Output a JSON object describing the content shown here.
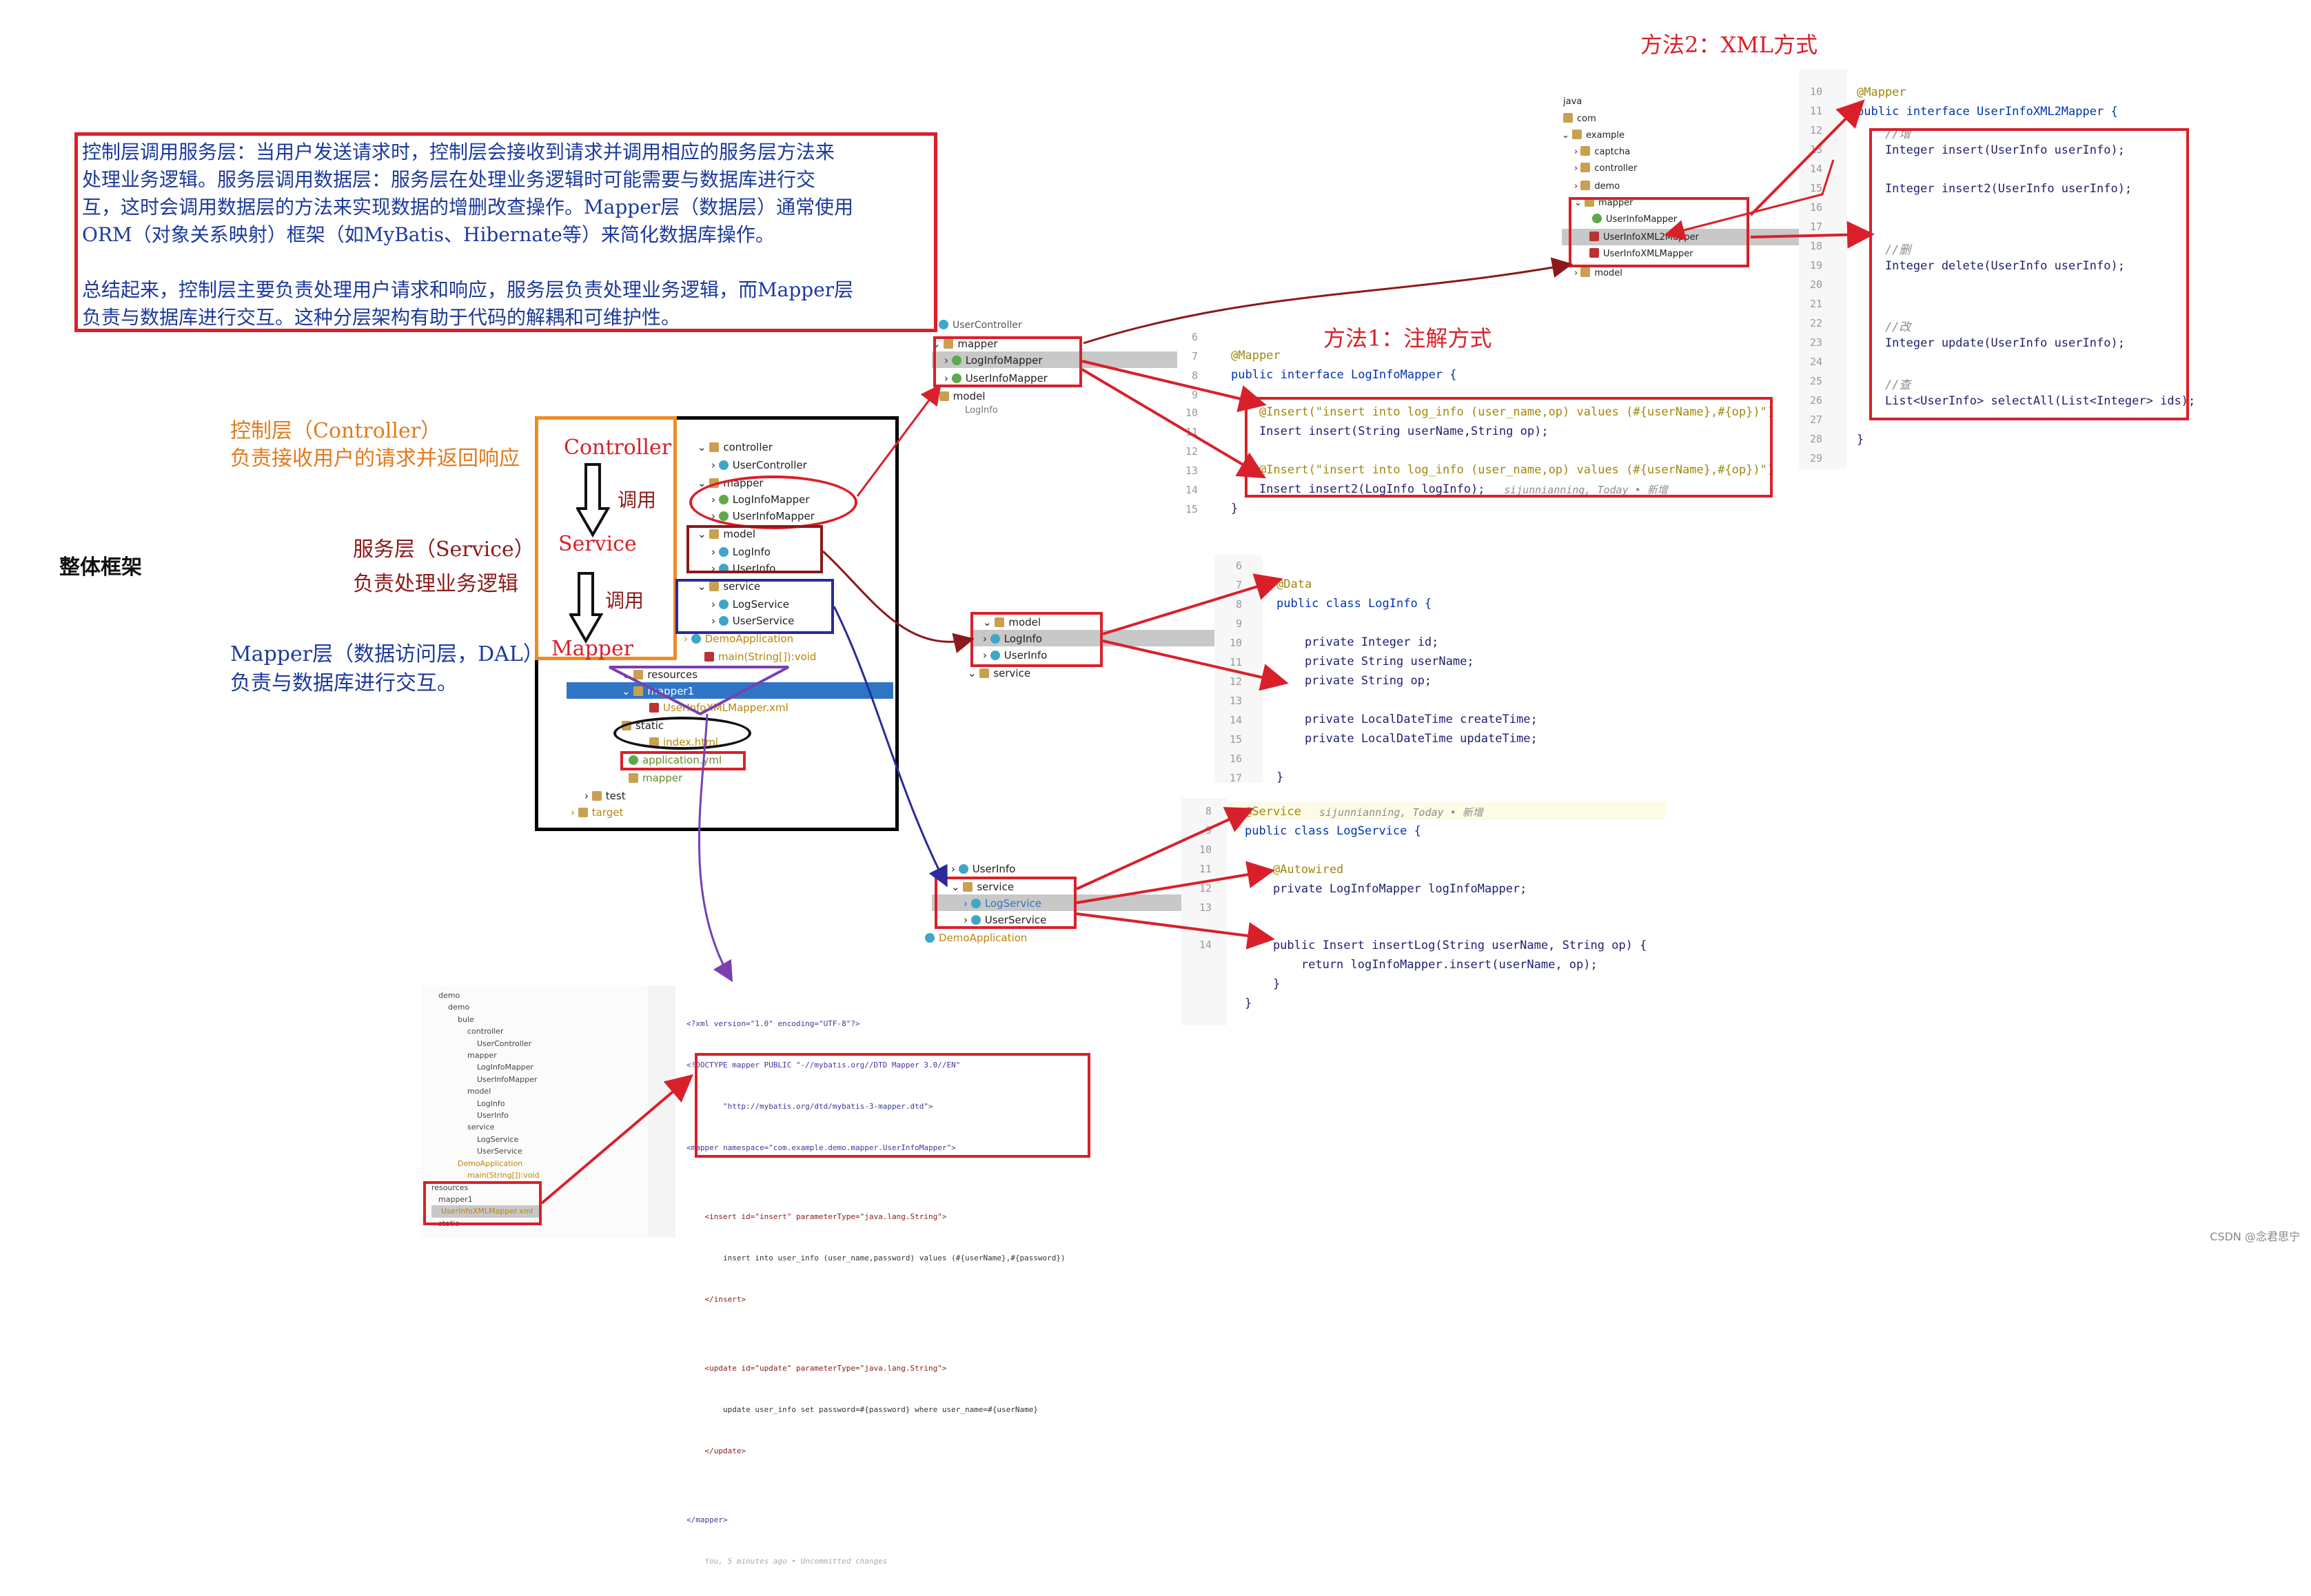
{
  "main_text_box": {
    "para1": [
      "控制层调用服务层：当用户发送请求时，控制层会接收到请求并调用相应的服务层方法来",
      "处理业务逻辑。服务层调用数据层：服务层在处理业务逻辑时可能需要与数据库进行交",
      "互，这时会调用数据层的方法来实现数据的增删改查操作。Mapper层（数据层）通常使用",
      "ORM（对象关系映射）框架（如MyBatis、Hibernate等）来简化数据库操作。"
    ],
    "para2": [
      "总结起来，控制层主要负责处理用户请求和响应，服务层负责处理业务逻辑，而Mapper层",
      "负责与数据库进行交互。这种分层架构有助于代码的解耦和可维护性。"
    ]
  },
  "labels": {
    "overall": "整体框架",
    "method1": "方法1：注解方式",
    "method2": "方法2：XML方式",
    "controller_title": "控制层（Controller）",
    "controller_desc": "负责接收用户的请求并返回响应",
    "service_title": "服务层（Service）",
    "service_desc": "负责处理业务逻辑",
    "mapper_title": "Mapper层（数据访问层，DAL）",
    "mapper_desc": "负责与数据库进行交互。",
    "flow_controller": "Controller",
    "flow_service": "Service",
    "flow_mapper": "Mapper",
    "call1": "调用",
    "call2": "调用",
    "watermark": "CSDN @念君思宁"
  },
  "center_tree": [
    {
      "indent": 0,
      "icon": "folder",
      "text": "controller"
    },
    {
      "indent": 1,
      "icon": "class",
      "text": "UserController"
    },
    {
      "indent": 0,
      "icon": "folder",
      "text": "mapper"
    },
    {
      "indent": 1,
      "icon": "interface",
      "text": "LogInfoMapper"
    },
    {
      "indent": 1,
      "icon": "interface",
      "text": "UserInfoMapper"
    },
    {
      "indent": 0,
      "icon": "folder",
      "text": "model"
    },
    {
      "indent": 1,
      "icon": "class",
      "text": "LogInfo"
    },
    {
      "indent": 1,
      "icon": "class",
      "text": "UserInfo"
    },
    {
      "indent": 0,
      "icon": "folder",
      "text": "service"
    },
    {
      "indent": 1,
      "icon": "class",
      "text": "LogService"
    },
    {
      "indent": 1,
      "icon": "class",
      "text": "UserService"
    },
    {
      "indent": -1,
      "icon": "class",
      "text": "DemoApplication"
    },
    {
      "indent": 0,
      "icon": "method",
      "text": "main(String[]):void"
    },
    {
      "indent": -2,
      "icon": "folder",
      "text": "resources"
    },
    {
      "indent": -1,
      "icon": "folder",
      "text": "mapper1",
      "selected": true
    },
    {
      "indent": 0,
      "icon": "xml",
      "text": "UserInfoXMLMapper.xml"
    },
    {
      "indent": -1,
      "icon": "folder",
      "text": "static"
    },
    {
      "indent": 0,
      "icon": "file",
      "text": "index.html"
    },
    {
      "indent": -1,
      "icon": "file",
      "text": "application.yml"
    },
    {
      "indent": -1,
      "icon": "folder",
      "text": "mapper"
    },
    {
      "indent": -3,
      "icon": "folder",
      "text": "test"
    },
    {
      "indent": -4,
      "icon": "folder",
      "text": "target"
    }
  ],
  "top_tree": {
    "items": [
      "UserController",
      "mapper",
      "LogInfoMapper",
      "UserInfoMapper",
      "model",
      "LogInfo"
    ]
  },
  "annotation_code": {
    "gutter": [
      "6",
      "7",
      "8",
      "9",
      "10",
      "11",
      "12",
      "13",
      "14",
      "15"
    ],
    "lines": [
      "",
      "@Mapper",
      "public interface LogInfoMapper {",
      "",
      "    @Insert(\"insert into log_info (user_name,op) values (#{userName},#{op})\")",
      "    Insert insert(String userName,String op);",
      "",
      "    @Insert(\"insert into log_info (user_name,op) values (#{userName},#{op})\")",
      "    Insert insert2(LogInfo logInfo);",
      "}"
    ],
    "blame": "sijunnianning, Today • 新增"
  },
  "xml_tree": {
    "items": [
      "java",
      "com",
      "example",
      "captcha",
      "controller",
      "demo",
      "mapper",
      "UserInfoMapper",
      "UserInfoXML2Mapper",
      "UserInfoXMLMapper",
      "model"
    ]
  },
  "xml_code": {
    "gutter": [
      "10",
      "11",
      "12",
      "13",
      "14",
      "15",
      "16",
      "17",
      "18",
      "19",
      "20",
      "21",
      "22",
      "23",
      "24",
      "25",
      "26",
      "27",
      "28",
      "29"
    ],
    "lines": [
      "@Mapper",
      "public interface UserInfoXML2Mapper {",
      "    //增",
      "    Integer insert(UserInfo userInfo);",
      "",
      "    Integer insert2(UserInfo userInfo);",
      "",
      "",
      "    //删",
      "    Integer delete(UserInfo userInfo);",
      "",
      "",
      "    //改",
      "    Integer update(UserInfo userInfo);",
      "",
      "    //查",
      "    List<UserInfo> selectAll(List<Integer> ids);",
      "",
      "}",
      ""
    ]
  },
  "model_tree": {
    "items": [
      "model",
      "LogInfo",
      "UserInfo",
      "service"
    ]
  },
  "model_code": {
    "gutter": [
      "6",
      "7",
      "8",
      "9",
      "10",
      "11",
      "12",
      "13",
      "14",
      "15",
      "16",
      "17"
    ],
    "lines": [
      "",
      "@Data",
      "public class LogInfo {",
      "",
      "    private Integer id;",
      "    private String userName;",
      "    private String op;",
      "",
      "    private LocalDateTime createTime;",
      "    private LocalDateTime updateTime;",
      "",
      "}"
    ]
  },
  "service_tree": {
    "items": [
      "UserInfo",
      "service",
      "LogService",
      "UserService",
      "DemoApplication"
    ]
  },
  "service_code": {
    "gutter": [
      "8",
      "9",
      "10",
      "11",
      "12",
      "13",
      "14"
    ],
    "lines": [
      "@Service",
      "public class LogService {",
      "",
      "    @Autowired",
      "    private LogInfoMapper logInfoMapper;",
      "",
      "    public Insert insertLog(String userName, String op) {",
      "        return logInfoMapper.insert(userName, op);",
      "    }",
      "}"
    ],
    "blame": "sijunnianning, Today • 新增"
  },
  "bottom_tree": {
    "items": [
      "demo",
      "demo",
      "bule",
      "controller",
      "UserController",
      "mapper",
      "LogInfoMapper",
      "UserInfoMapper",
      "model",
      "LogInfo",
      "UserInfo",
      "service",
      "LogService",
      "UserService",
      "DemoApplication",
      "main(String[]):void",
      "resources",
      "mapper1",
      "UserInfoXMLMapper.xml",
      "static"
    ]
  },
  "bottom_code": {
    "lines": [
      "<?xml version=\"1.0\" encoding=\"UTF-8\"?>",
      "<!DOCTYPE mapper PUBLIC \"-//mybatis.org//DTD Mapper 3.0//EN\"",
      "        \"http://mybatis.org/dtd/mybatis-3-mapper.dtd\">",
      "<mapper namespace=\"com.example.demo.mapper.UserInfoMapper\">",
      "",
      "    <insert id=\"insert\" parameterType=\"java.lang.String\">",
      "        insert into user_info (user_name,password) values (#{userName},#{password})",
      "    </insert>",
      "",
      "    <update id=\"update\" parameterType=\"java.lang.String\">",
      "        update user_info set password=#{password} where user_name=#{userName}",
      "    </update>",
      "",
      "</mapper>",
      "    You, 5 minutes ago • Uncommitted changes"
    ]
  },
  "colors": {
    "red": "#d9202a",
    "blue_text": "#1d3a9c",
    "orange": "#e07b1f",
    "purple": "#7a3fb0",
    "dark_red": "#8b1a1a",
    "navy": "#2a2a9c"
  }
}
